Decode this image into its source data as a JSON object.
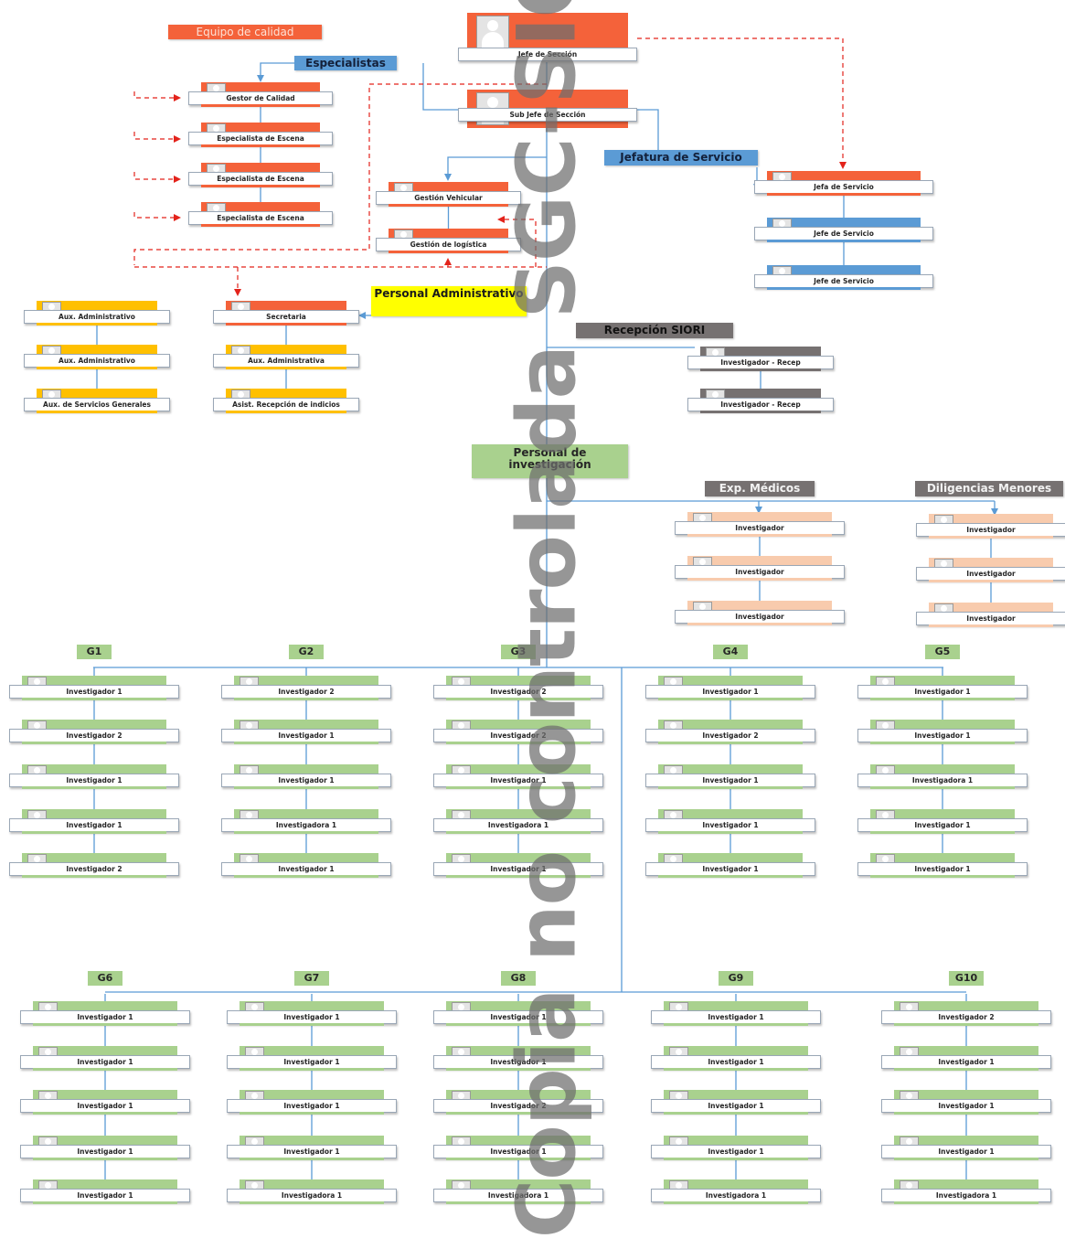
{
  "colors": {
    "red": "#f4623a",
    "blue": "#5b9bd5",
    "yellow": "#ffc000",
    "gray": "#767171",
    "peach": "#f8cbad",
    "green": "#a9d18e",
    "highlight_yellow": "#ffff00",
    "dashed": "#e3231b",
    "line": "#5b9bd5"
  },
  "headers": {
    "equipo": "Equipo de calidad",
    "especialistas": "Especialistas",
    "jefatura": "Jefatura de Servicio",
    "personal_admin": "Personal Administrativo",
    "recepcion": "Recepción SIORI",
    "personal_inv": "Personal de investigación",
    "exp_medicos": "Exp. Médicos",
    "diligencias": "Diligencias Menores"
  },
  "top": {
    "jefe": "Jefe de Sección",
    "subjefe": "Sub Jefe de Sección"
  },
  "quality": [
    "Gestor de Calidad",
    "Especialista de Escena",
    "Especialista de Escena",
    "Especialista de Escena"
  ],
  "logistics": [
    "Gestión Vehicular",
    "Gestión de logística"
  ],
  "service_chiefs": [
    "Jefa de Servicio",
    "Jefe de Servicio",
    "Jefe de Servicio"
  ],
  "admin_left": [
    "Aux. Administrativo",
    "Aux. Administrativo",
    "Aux. de Servicios Generales"
  ],
  "admin_right": [
    "Secretaria",
    "Aux. Administrativa",
    "Asist. Recepción de indicios"
  ],
  "reception": [
    "Investigador - Recep",
    "Investigador - Recep"
  ],
  "exp_medicos": [
    "Investigador",
    "Investigador",
    "Investigador"
  ],
  "diligencias": [
    "Investigador",
    "Investigador",
    "Investigador"
  ],
  "groups": [
    {
      "name": "G1",
      "members": [
        "Investigador 1",
        "Investigador 2",
        "Investigador 1",
        "Investigador 1",
        "Investigador 2"
      ]
    },
    {
      "name": "G2",
      "members": [
        "Investigador 2",
        "Investigador 1",
        "Investigador 1",
        "Investigadora 1",
        "Investigador 1"
      ]
    },
    {
      "name": "G3",
      "members": [
        "Investigador 2",
        "Investigador 2",
        "Investigador 1",
        "Investigadora 1",
        "Investigador 1"
      ]
    },
    {
      "name": "G4",
      "members": [
        "Investigador 1",
        "Investigador 2",
        "Investigador 1",
        "Investigador 1",
        "Investigador 1"
      ]
    },
    {
      "name": "G5",
      "members": [
        "Investigador 1",
        "Investigador 1",
        "Investigadora 1",
        "Investigador 1",
        "Investigador 1"
      ]
    },
    {
      "name": "G6",
      "members": [
        "Investigador 1",
        "Investigador 1",
        "Investigador 1",
        "Investigador 1",
        "Investigador 1"
      ]
    },
    {
      "name": "G7",
      "members": [
        "Investigador 1",
        "Investigador 1",
        "Investigador 1",
        "Investigador 1",
        "Investigadora 1"
      ]
    },
    {
      "name": "G8",
      "members": [
        "Investigador 1",
        "Investigador 1",
        "Investigador 2",
        "Investigador 1",
        "Investigadora 1"
      ]
    },
    {
      "name": "G9",
      "members": [
        "Investigador 1",
        "Investigador 1",
        "Investigador 1",
        "Investigador 1",
        "Investigadora 1"
      ]
    },
    {
      "name": "G10",
      "members": [
        "Investigador 2",
        "Investigador 1",
        "Investigador 1",
        "Investigador 1",
        "Investigadora 1"
      ]
    }
  ],
  "watermark": "Copia no controlada SGC-SIO"
}
